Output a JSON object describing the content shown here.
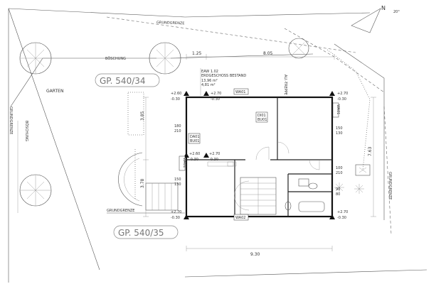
{
  "labels": {
    "grundgrenze_top": "GRUNDGRENZE",
    "boeschung_top": "BÖSCHUNG",
    "boeschung_left": "BÖSCHUNG",
    "grundgrenze_left": "GRUNDGRENZE",
    "grundgrenze_right": "GRUNDGRENZE",
    "grundgrenze_bottom": "GRUNDGRENZE",
    "garten": "GARTEN",
    "parcel_top": "GP. 540/34",
    "parcel_bottom": "GP. 540/35",
    "stairs_side": "AU.-TREPPE"
  },
  "room": {
    "code": "EAW 1.02",
    "name": "ERDGESCHOSS BESTAND",
    "area": "13,96 m²",
    "height": "4,81 m²"
  },
  "tags": {
    "wa01_top": "WA01",
    "wa01_right": "WA01",
    "wa01_left": "WA01",
    "wa02": "WA02",
    "di01": "DI01",
    "bu01_center": "BU01",
    "da01": "DA01",
    "bu01_left": "BU01"
  },
  "levels": {
    "tl_top": "+2.60",
    "tl_bot": "-0.30",
    "tc_top": "+2.70",
    "tc_bot": "-0.30",
    "tr_top": "+2.70",
    "tr_bot": "-0.30",
    "ml_top": "+2.60",
    "ml_bot": "-0.30",
    "mc_top": "+2.70",
    "mc_bot": "-0.30",
    "bl_top": "+2.70",
    "bl_bot": "-0.30",
    "br_top": "+2.70",
    "br_bot": "-0.30"
  },
  "openings": {
    "win_left_1a": "180",
    "win_left_1b": "210",
    "win_left_2a": "150",
    "win_left_2b": "130",
    "win_right_1a": "150",
    "win_right_1b": "130",
    "win_right_2a": "100",
    "win_right_2b": "210",
    "win_right_3a": "90",
    "win_right_3b": "80"
  },
  "dimensions": {
    "top_small": "1.25",
    "top_large": "8.05",
    "left_upper": "3.85",
    "left_lower": "3.78",
    "right_side": "7.63",
    "bottom": "9.30"
  },
  "north": {
    "label": "N",
    "angle": "20°"
  }
}
